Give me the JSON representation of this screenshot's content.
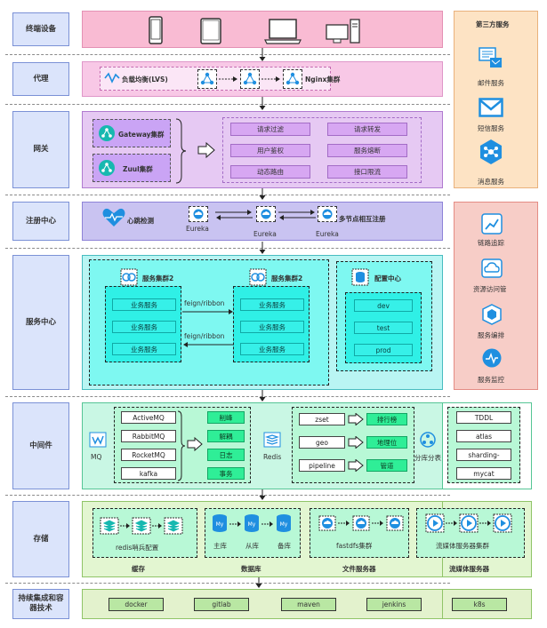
{
  "layers": {
    "terminal": "终端设备",
    "proxy": "代理",
    "gateway": "网关",
    "registry": "注册中心",
    "service": "服务中心",
    "middleware": "中间件",
    "storage": "存储",
    "ci": "持续集成和容器技术"
  },
  "proxy": {
    "lvs": "负载均衡(LVS)",
    "nginx": "Nginx集群"
  },
  "gateway": {
    "gateway_cluster": "Gateway集群",
    "zuul_cluster": "Zuul集群",
    "features": [
      "请求过滤",
      "请求转发",
      "用户鉴权",
      "服务熔断",
      "动态路由",
      "接口限流"
    ]
  },
  "registry": {
    "heartbeat": "心跳检测",
    "eureka": [
      "Eureka",
      "Eureka",
      "Eureka"
    ],
    "multi": "多节点相互注册"
  },
  "service": {
    "cluster1": "服务集群2",
    "cluster2": "服务集群2",
    "biz": "业务服务",
    "feign1": "feign/ribbon",
    "feign2": "feign/ribbon",
    "config": "配置中心",
    "envs": [
      "dev",
      "test",
      "prod"
    ]
  },
  "middleware": {
    "mq": "MQ",
    "mq_list": [
      "ActiveMQ",
      "RabbitMQ",
      "RocketMQ",
      "kafka"
    ],
    "mq_features": [
      "削峰",
      "解耦",
      "日志",
      "事务"
    ],
    "redis": "Redis",
    "redis_ops": [
      "zset",
      "geo",
      "pipeline"
    ],
    "redis_uses": [
      "排行榜",
      "地理位",
      "管道"
    ],
    "sharding": "分库分表",
    "shard_list": [
      "TDDL",
      "atlas",
      "sharding-",
      "mycat"
    ]
  },
  "storage": {
    "redis_cfg": "redis哨兵配置",
    "db_nodes": [
      "主库",
      "从库",
      "备库"
    ],
    "fastdfs": "fastdfs集群",
    "stream": "流媒体服务器集群",
    "cache": "缓存",
    "database": "数据库",
    "file": "文件服务器",
    "media": "流媒体服务器"
  },
  "ci": [
    "docker",
    "gitlab",
    "maven",
    "jenkins",
    "k8s"
  ],
  "third_party": {
    "title": "第三方服务",
    "items": [
      "邮件服务",
      "短信服务",
      "消息服务"
    ]
  },
  "ops": {
    "items": [
      "链路追踪",
      "资源访问管",
      "服务编排",
      "服务监控"
    ]
  },
  "icons": [
    "phone-icon",
    "tablet-icon",
    "laptop-icon",
    "desktop-icon",
    "nodes-icon",
    "heart-icon",
    "cloud-icon",
    "mail-icon",
    "chart-icon",
    "db-icon"
  ],
  "colors": {
    "terminal": "#f9bbd3",
    "proxy": "#f8c8e6",
    "gateway": "#e6c9f3",
    "registry": "#c9c3f1",
    "service": "#b9f5f3",
    "middleware": "#c9f7e4",
    "storage": "#e3f6d1",
    "ci": "#e3f2cd"
  }
}
